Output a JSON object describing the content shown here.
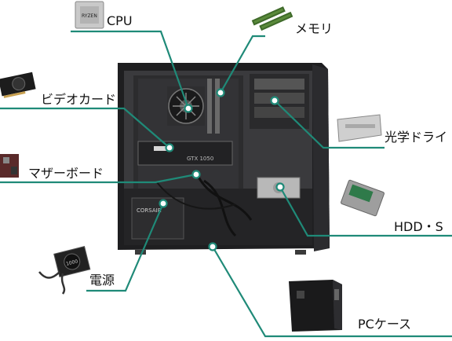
{
  "labels": {
    "cpu": "CPU",
    "memory": "メモリ",
    "video_card": "ビデオカード",
    "optical_drive": "光学ドライ",
    "motherboard": "マザーボード",
    "hdd": "HDD・S",
    "psu": "電源",
    "pc_case": "PCケース"
  },
  "thumbnails": {
    "cpu_chip_text": "RYZEN",
    "psu_unit_text": "1000"
  },
  "photo": {
    "psu_brand_text": "CORSAIR",
    "gpu_brand_text": "GTX 1050"
  },
  "colors": {
    "leader_line": "#1f8a78",
    "dot_fill": "#ffffff",
    "case_dark": "#1e1e20",
    "background": "#ffffff"
  }
}
